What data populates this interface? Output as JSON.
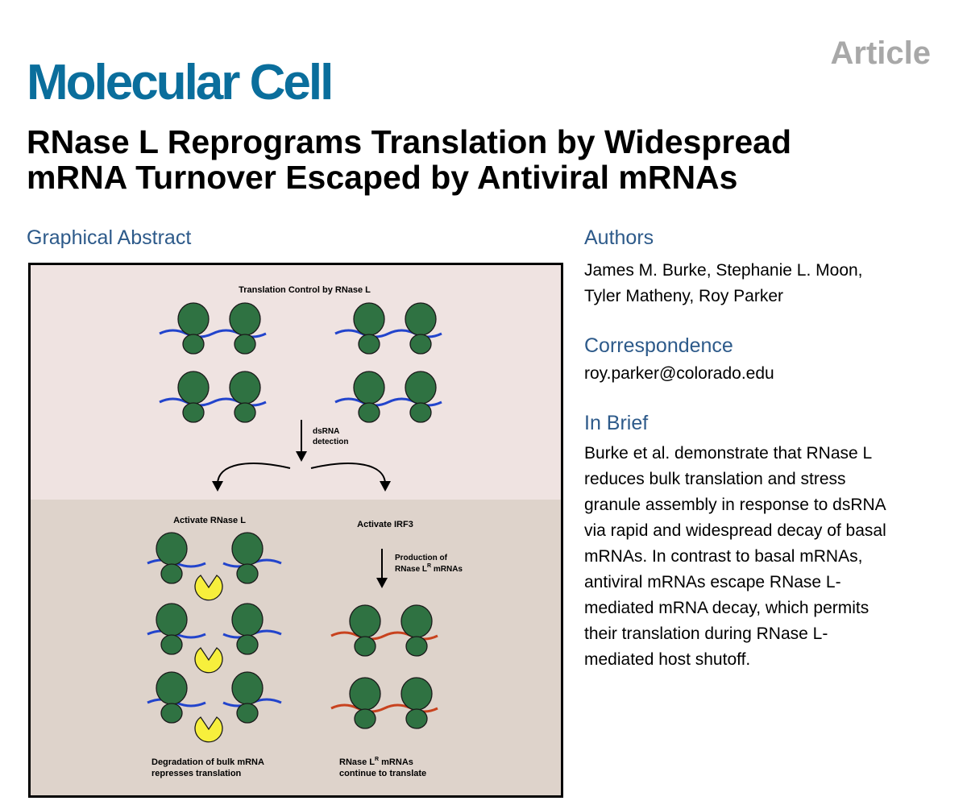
{
  "header": {
    "article_label": "Article",
    "journal": "Molecular Cell",
    "title_line1": "RNase L Reprograms Translation by Widespread",
    "title_line2": "mRNA Turnover Escaped by Antiviral mRNAs"
  },
  "graphical_abstract": {
    "heading": "Graphical Abstract",
    "figure_title": "Translation Control by RNase L",
    "arrow_label_line1": "dsRNA",
    "arrow_label_line2": "detection",
    "left_title": "Activate RNase L",
    "right_title": "Activate IRF3",
    "production_line1": "Production of",
    "production_line2": "RNase L",
    "production_line2_sup": "R",
    "production_line2_end": " mRNAs",
    "left_caption_line1": "Degradation of bulk mRNA",
    "left_caption_line2": "represses translation",
    "right_caption_line1": "RNase L",
    "right_caption_line1_sup": "R",
    "right_caption_line1_end": " mRNAs",
    "right_caption_line2": "continue to translate",
    "colors": {
      "top_panel": "#efe3e1",
      "bottom_panel": "#ded3cb",
      "ribosome": "#2f7242",
      "basal_mrna": "#2244cc",
      "antiviral_mrna": "#c8421e",
      "rnase_l": "#f7ef3c"
    }
  },
  "authors": {
    "heading": "Authors",
    "line1": "James M. Burke, Stephanie L. Moon,",
    "line2": "Tyler Matheny, Roy Parker"
  },
  "correspondence": {
    "heading": "Correspondence",
    "email": "roy.parker@colorado.edu"
  },
  "in_brief": {
    "heading": "In Brief",
    "lines": [
      "Burke et al. demonstrate that RNase L",
      "reduces bulk translation and stress",
      "granule assembly in response to dsRNA",
      "via rapid and widespread decay of basal",
      "mRNAs. In contrast to basal mRNAs,",
      "antiviral mRNAs escape RNase L-",
      "mediated mRNA decay, which permits",
      "their translation during RNase L-",
      "mediated host shutoff."
    ]
  }
}
